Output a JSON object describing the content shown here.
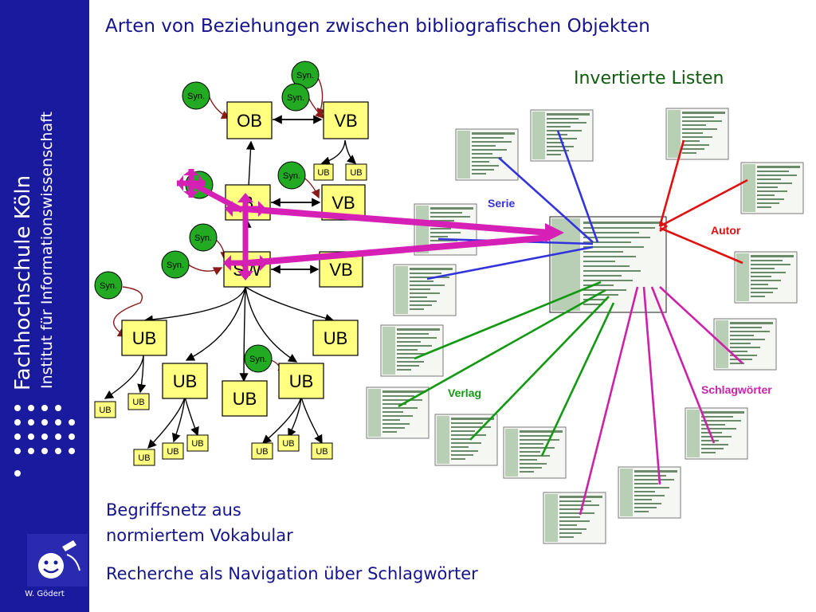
{
  "title": "Arten von Beziehungen zwischen bibliografischen Objekten",
  "subtitle": "Invertierte Listen",
  "sidebar": {
    "org": "Fachhochschule Köln",
    "institute": "Institut für Informationswissenschaft",
    "author": "W. Gödert"
  },
  "captions": {
    "line1": "Begriffsnetz aus",
    "line2": "normiertem Vokabular",
    "line3": "Recherche als Navigation über Schlagwörter"
  },
  "network": {
    "syn_label": "Syn.",
    "boxes": {
      "ob": "OB",
      "vb": "VB",
      "ub": "UB",
      "sw_partial": "SW"
    }
  },
  "inverted_lists": {
    "serie": "Serie",
    "autor": "Autor",
    "verlag": "Verlag",
    "schlagwoerter": "Schlagwörter"
  },
  "colors": {
    "sidebar": "#1a1a9e",
    "title": "#14148c",
    "subtitle": "#0e5a0e",
    "box_fill": "#ffff80",
    "syn_fill": "#22aa22",
    "magenta": "#d61fb5",
    "serie": "#3333dd",
    "autor": "#e01010",
    "verlag": "#119911",
    "schlagwoerter": "#cc22aa"
  }
}
